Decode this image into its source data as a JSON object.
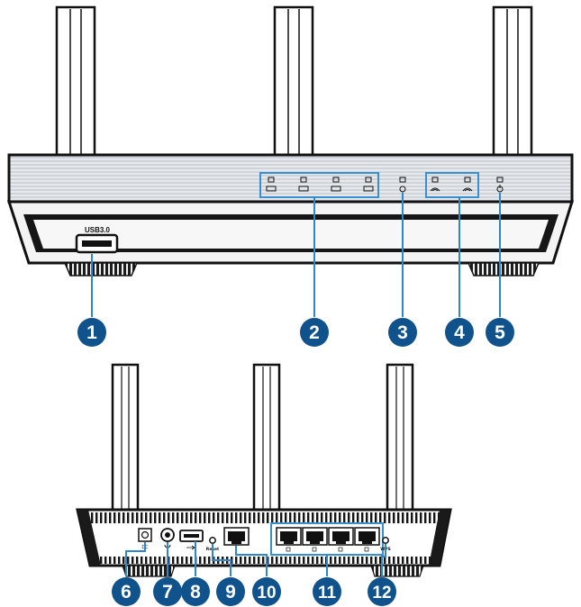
{
  "front_panel": {
    "usb_port_label": "USB3.0"
  },
  "rear_panel": {
    "reset_label": "Reset",
    "wps_label": "WPS"
  },
  "callouts": [
    "1",
    "2",
    "3",
    "4",
    "5",
    "6",
    "7",
    "8",
    "9",
    "10",
    "11",
    "12"
  ],
  "colors": {
    "callout_fill": "#10538c",
    "led_box": "#3a8fd0",
    "leader_line": "#2f86c8",
    "chassis_dark": "#141414",
    "chassis_light": "#eeeeee"
  }
}
